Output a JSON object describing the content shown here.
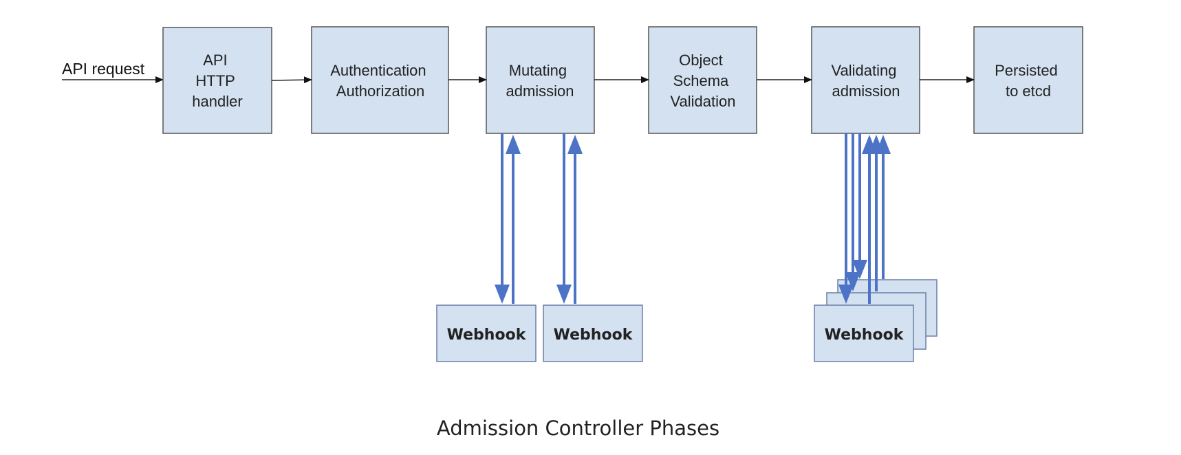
{
  "input_label": "API request",
  "stages": [
    {
      "id": "api-http-handler",
      "lines": [
        "API",
        "HTTP",
        "handler"
      ]
    },
    {
      "id": "authentication-authorization",
      "lines": [
        "Authentication",
        "Authorization"
      ]
    },
    {
      "id": "mutating-admission",
      "lines": [
        "Mutating",
        "admission"
      ]
    },
    {
      "id": "object-schema-validation",
      "lines": [
        "Object",
        "Schema",
        "Validation"
      ]
    },
    {
      "id": "validating-admission",
      "lines": [
        "Validating",
        "admission"
      ]
    },
    {
      "id": "persisted-to-etcd",
      "lines": [
        "Persisted",
        "to etcd"
      ]
    }
  ],
  "webhooks": {
    "mutating": [
      "Webhook",
      "Webhook"
    ],
    "validating": "Webhook"
  },
  "colors": {
    "box_fill": "#d3e1f1",
    "webhook_arrow": "#4d73c7"
  },
  "caption": "Admission Controller Phases"
}
